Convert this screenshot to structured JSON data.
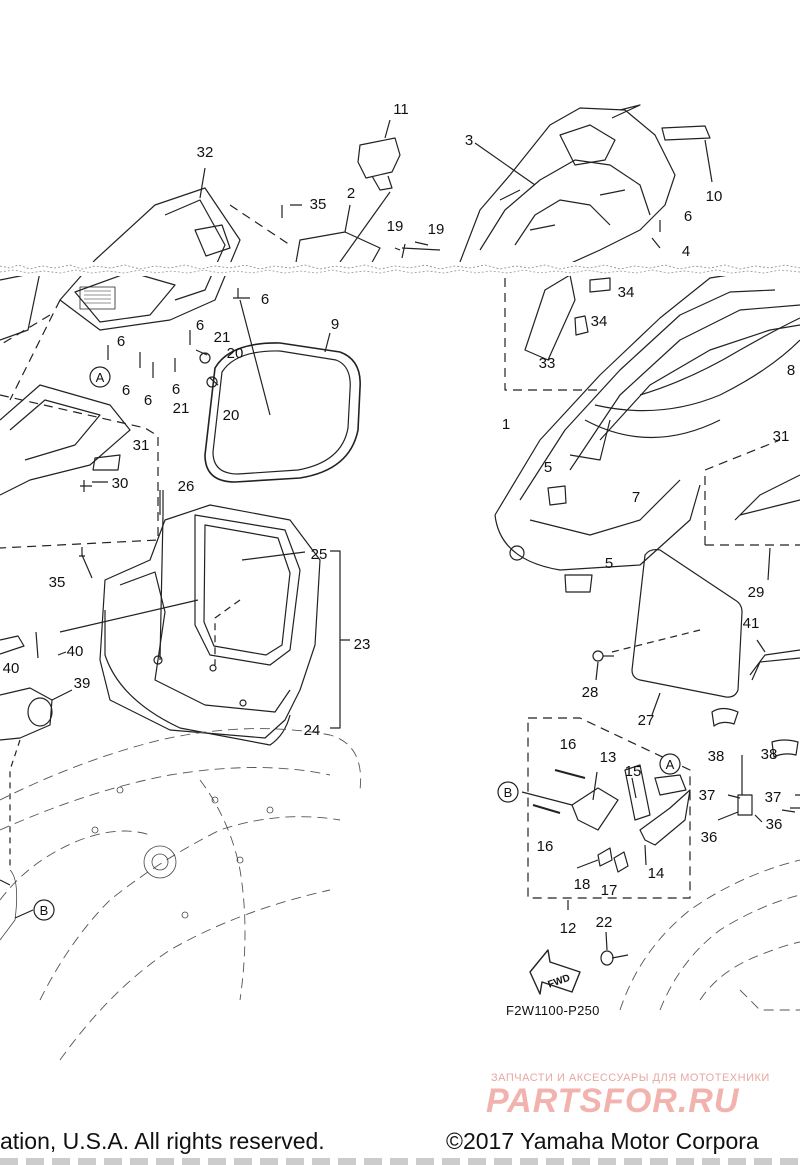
{
  "diagram": {
    "part_code": "F2W1100-P250",
    "fwd_arrow_label": "FWD",
    "callouts": [
      {
        "id": "c1",
        "text": "1"
      },
      {
        "id": "c2",
        "text": "2"
      },
      {
        "id": "c3",
        "text": "3"
      },
      {
        "id": "c4",
        "text": "4"
      },
      {
        "id": "c5a",
        "text": "5"
      },
      {
        "id": "c5b",
        "text": "5"
      },
      {
        "id": "c6a",
        "text": "6"
      },
      {
        "id": "c6b",
        "text": "6"
      },
      {
        "id": "c6c",
        "text": "6"
      },
      {
        "id": "c6d",
        "text": "6"
      },
      {
        "id": "c6e",
        "text": "6"
      },
      {
        "id": "c6f",
        "text": "6"
      },
      {
        "id": "c6g",
        "text": "6"
      },
      {
        "id": "c7",
        "text": "7"
      },
      {
        "id": "c8",
        "text": "8"
      },
      {
        "id": "c9",
        "text": "9"
      },
      {
        "id": "c10",
        "text": "10"
      },
      {
        "id": "c11",
        "text": "11"
      },
      {
        "id": "c12",
        "text": "12"
      },
      {
        "id": "c13",
        "text": "13"
      },
      {
        "id": "c14",
        "text": "14"
      },
      {
        "id": "c15",
        "text": "15"
      },
      {
        "id": "c16a",
        "text": "16"
      },
      {
        "id": "c16b",
        "text": "16"
      },
      {
        "id": "c17",
        "text": "17"
      },
      {
        "id": "c18",
        "text": "18"
      },
      {
        "id": "c19a",
        "text": "19"
      },
      {
        "id": "c19b",
        "text": "19"
      },
      {
        "id": "c20a",
        "text": "20"
      },
      {
        "id": "c20b",
        "text": "20"
      },
      {
        "id": "c21a",
        "text": "21"
      },
      {
        "id": "c21b",
        "text": "21"
      },
      {
        "id": "c22",
        "text": "22"
      },
      {
        "id": "c23",
        "text": "23"
      },
      {
        "id": "c24",
        "text": "24"
      },
      {
        "id": "c25",
        "text": "25"
      },
      {
        "id": "c26",
        "text": "26"
      },
      {
        "id": "c27",
        "text": "27"
      },
      {
        "id": "c28",
        "text": "28"
      },
      {
        "id": "c29",
        "text": "29"
      },
      {
        "id": "c30",
        "text": "30"
      },
      {
        "id": "c31a",
        "text": "31"
      },
      {
        "id": "c31b",
        "text": "31"
      },
      {
        "id": "c32",
        "text": "32"
      },
      {
        "id": "c33",
        "text": "33"
      },
      {
        "id": "c34a",
        "text": "34"
      },
      {
        "id": "c34b",
        "text": "34"
      },
      {
        "id": "c35a",
        "text": "35"
      },
      {
        "id": "c35b",
        "text": "35"
      },
      {
        "id": "c36a",
        "text": "36"
      },
      {
        "id": "c36b",
        "text": "36"
      },
      {
        "id": "c37a",
        "text": "37"
      },
      {
        "id": "c37b",
        "text": "37"
      },
      {
        "id": "c38a",
        "text": "38"
      },
      {
        "id": "c38b",
        "text": "38"
      },
      {
        "id": "c39",
        "text": "39"
      },
      {
        "id": "c40a",
        "text": "40"
      },
      {
        "id": "c40b",
        "text": "40"
      },
      {
        "id": "c41",
        "text": "41"
      }
    ],
    "ref_markers": [
      {
        "id": "ra1",
        "text": "A"
      },
      {
        "id": "ra2",
        "text": "A"
      },
      {
        "id": "rb1",
        "text": "B"
      },
      {
        "id": "rb2",
        "text": "B"
      }
    ]
  },
  "watermark": {
    "subtitle": "ЗАПЧАСТИ И АКСЕССУАРЫ ДЛЯ МОТОТЕХНИКИ",
    "brand": "PARTSFOR.RU"
  },
  "footer": {
    "left_text": "ation, U.S.A. All rights reserved.",
    "right_text": "©2017 Yamaha Motor Corpora"
  }
}
